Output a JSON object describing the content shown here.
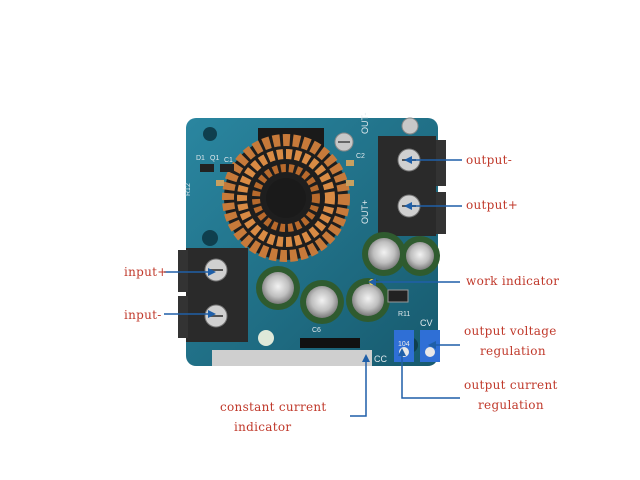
{
  "labels": {
    "output_minus": "output-",
    "output_plus": "output+",
    "input_plus": "input+",
    "input_minus": "input-",
    "work_indicator": "work indicator",
    "voltage_line1": "output voltage",
    "voltage_line2": "regulation",
    "current_line1": "output current",
    "current_line2": "regulation",
    "cc_line1": "constant current",
    "cc_line2": "indicator"
  },
  "silkscreen": {
    "out_minus": "OUT-",
    "out_plus": "OUT+",
    "cc": "CC",
    "cv": "CV",
    "trim_code": "104",
    "r11": "R11",
    "c1": "C1",
    "c2": "C2",
    "d1": "D1",
    "q1": "Q1",
    "c6": "C6",
    "r12": "R12"
  },
  "colors": {
    "label_text": "#c0392b",
    "pointer_line": "#1f5fa8",
    "pcb": "#1f6f86",
    "copper": "#c77a3a",
    "terminal": "#2a2a2a",
    "trimmer": "#2f6fd6"
  }
}
